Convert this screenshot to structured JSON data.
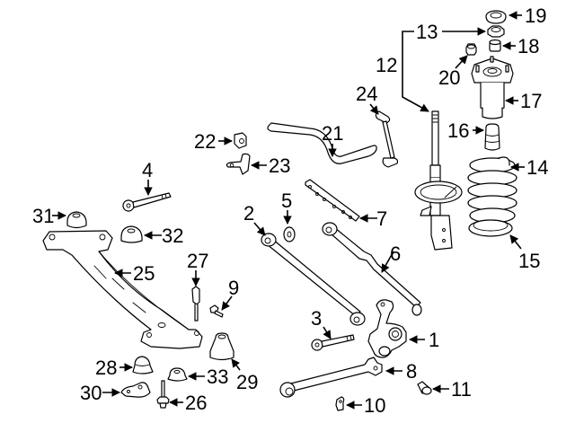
{
  "diagram": {
    "title": "Rear Suspension Components",
    "callouts": [
      {
        "number": "1",
        "part": "knuckle"
      },
      {
        "number": "2",
        "part": "lateral-link-rear"
      },
      {
        "number": "3",
        "part": "adjusting-bolt"
      },
      {
        "number": "4",
        "part": "link-bolt"
      },
      {
        "number": "5",
        "part": "cam-washer"
      },
      {
        "number": "6",
        "part": "lateral-link-front-adjustable"
      },
      {
        "number": "7",
        "part": "reinforcement-bracket"
      },
      {
        "number": "8",
        "part": "trailing-arm"
      },
      {
        "number": "9",
        "part": "bolt"
      },
      {
        "number": "10",
        "part": "bracket"
      },
      {
        "number": "11",
        "part": "bolt"
      },
      {
        "number": "12",
        "part": "strut-assembly"
      },
      {
        "number": "13",
        "part": "nut"
      },
      {
        "number": "14",
        "part": "coil-spring"
      },
      {
        "number": "15",
        "part": "spring-insulator"
      },
      {
        "number": "16",
        "part": "bump-stop"
      },
      {
        "number": "17",
        "part": "strut-mount"
      },
      {
        "number": "18",
        "part": "collar"
      },
      {
        "number": "19",
        "part": "cap"
      },
      {
        "number": "20",
        "part": "nut"
      },
      {
        "number": "21",
        "part": "stabilizer-bar"
      },
      {
        "number": "22",
        "part": "stabilizer-bushing"
      },
      {
        "number": "23",
        "part": "bushing-bracket"
      },
      {
        "number": "24",
        "part": "stabilizer-link"
      },
      {
        "number": "25",
        "part": "suspension-crossmember"
      },
      {
        "number": "26",
        "part": "bolt"
      },
      {
        "number": "27",
        "part": "bolt"
      },
      {
        "number": "28",
        "part": "cushion"
      },
      {
        "number": "29",
        "part": "stopper"
      },
      {
        "number": "30",
        "part": "bracket"
      },
      {
        "number": "31",
        "part": "cushion"
      },
      {
        "number": "32",
        "part": "cushion"
      },
      {
        "number": "33",
        "part": "cushion"
      }
    ]
  }
}
